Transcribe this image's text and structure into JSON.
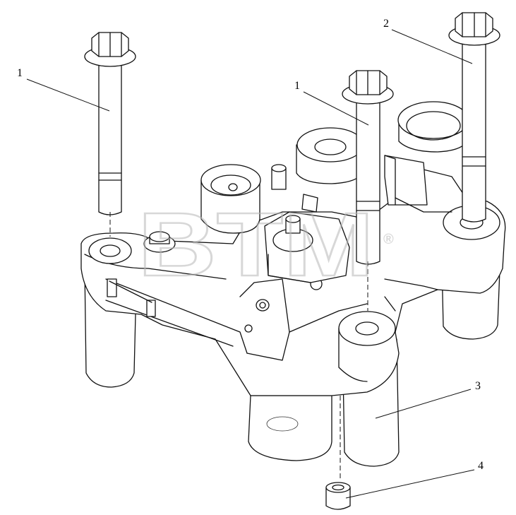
{
  "diagram": {
    "callouts": [
      {
        "id": "c1a",
        "label": "1"
      },
      {
        "id": "c1b",
        "label": "1"
      },
      {
        "id": "c2",
        "label": "2"
      },
      {
        "id": "c3",
        "label": "3"
      },
      {
        "id": "c4",
        "label": "4"
      }
    ],
    "watermark": {
      "text": "BTM",
      "registered": "®",
      "color": "#b8b8b8"
    },
    "line_color": "#111111"
  }
}
